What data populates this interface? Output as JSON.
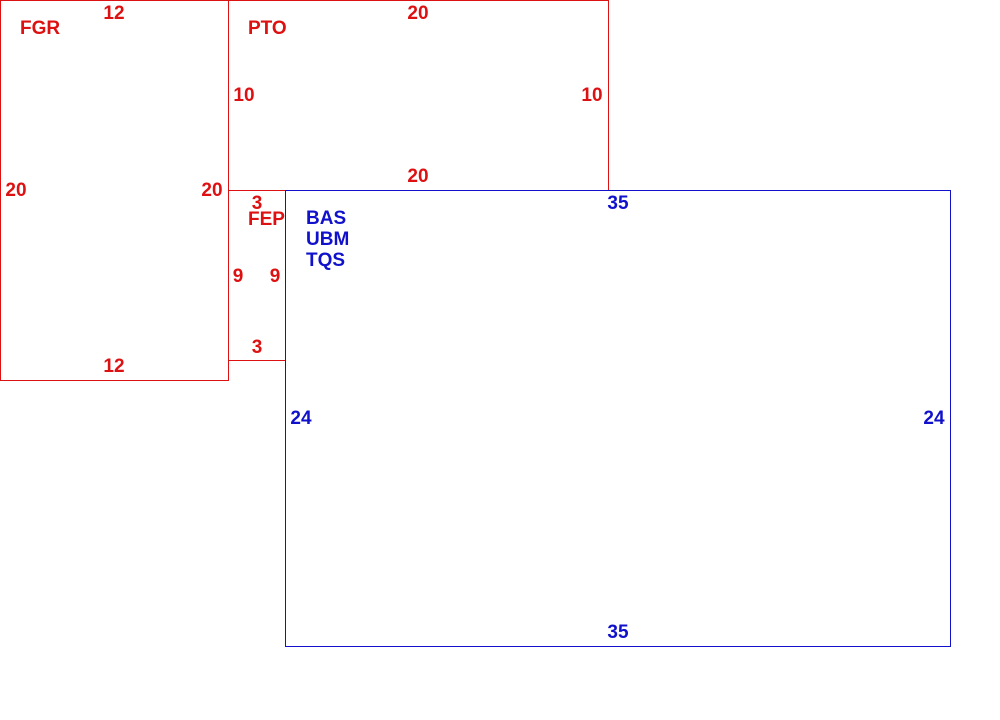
{
  "colors": {
    "red": "#dd1111",
    "blue": "#1111cc"
  },
  "rooms": {
    "fgr": {
      "name": "FGR",
      "top": "12",
      "bottom": "12",
      "left": "20",
      "right": "20"
    },
    "pto": {
      "name": "PTO",
      "top": "20",
      "bottom": "20",
      "left": "10",
      "right": "10"
    },
    "fep": {
      "name": "FEP",
      "top": "3",
      "bottom": "3",
      "left": "9",
      "right": "9"
    },
    "main": {
      "names": [
        "BAS",
        "UBM",
        "TQS"
      ],
      "top": "35",
      "bottom": "35",
      "left": "24",
      "right": "24"
    }
  }
}
